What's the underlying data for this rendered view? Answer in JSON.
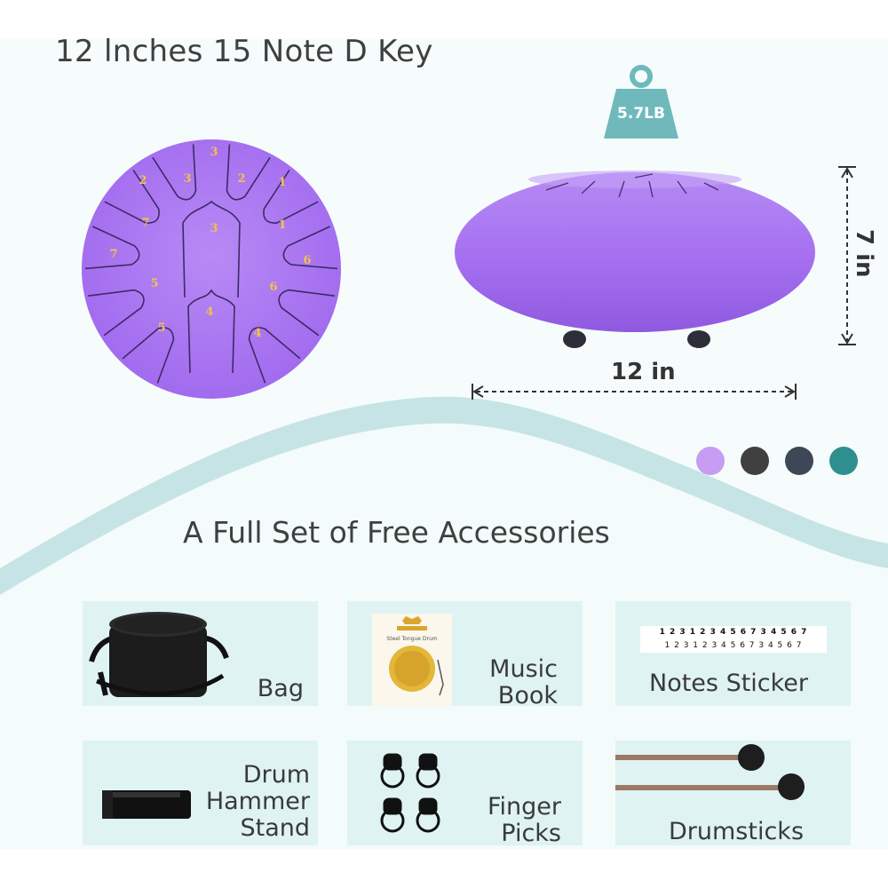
{
  "header": {
    "title": "12 lnches 15 Note D Key",
    "weight": "5.7LB"
  },
  "dimensions": {
    "height": "7 in",
    "width": "12 in"
  },
  "drum": {
    "top_notes": [
      "3",
      "2",
      "3",
      "2",
      "1",
      "7",
      "3",
      "1",
      "7",
      "6",
      "5",
      "6",
      "5",
      "4",
      "4"
    ]
  },
  "colors": {
    "accent_wave": "#c6e4e6",
    "drum_purple": "#a873f0",
    "swatches": [
      "#c79cf3",
      "#404040",
      "#3e4756",
      "#2f8f8f"
    ]
  },
  "accessories": {
    "title": "A Full Set of Free Accessories",
    "items": [
      {
        "label_lines": [
          "Bag"
        ]
      },
      {
        "label_lines": [
          "Music",
          "Book"
        ],
        "book_caption": "Steel Tongue Drum"
      },
      {
        "label_lines": [
          "Notes Sticker"
        ],
        "sticker_top": "1 2 3 1 2 3 4 5 6 7 3 4 5 6 7",
        "sticker_bottom": "1 2 3 1 2 3 4 5 6 7 3 4 5 6 7"
      },
      {
        "label_lines": [
          "Drum",
          "Hammer",
          "Stand"
        ]
      },
      {
        "label_lines": [
          "Finger",
          "Picks"
        ]
      },
      {
        "label_lines": [
          "Drumsticks"
        ]
      }
    ]
  }
}
